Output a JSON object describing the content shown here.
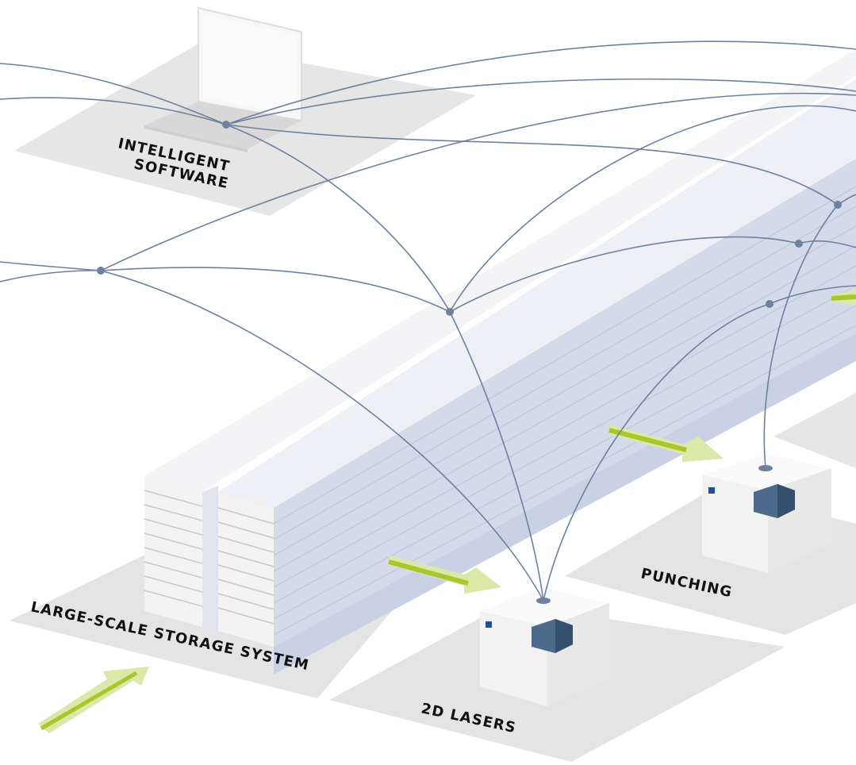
{
  "labels": {
    "software_line1": "INTELLIGENT",
    "software_line2": "SOFTWARE",
    "storage": "LARGE-SCALE STORAGE SYSTEM",
    "lasers": "2D LASERS",
    "punching": "PUNCHING"
  },
  "colors": {
    "floor": "#e4e4e4",
    "floor_light": "#eeeeee",
    "network_line": "#6e819e",
    "flow_arrow": "#bcd33a",
    "machine_panel": "#4d6a8c",
    "storage_shelf": "#d6dcec",
    "background": "#ffffff"
  },
  "icons": [
    "laptop-icon",
    "flow-arrow-icon",
    "machine-icon",
    "storage-rack-icon"
  ]
}
